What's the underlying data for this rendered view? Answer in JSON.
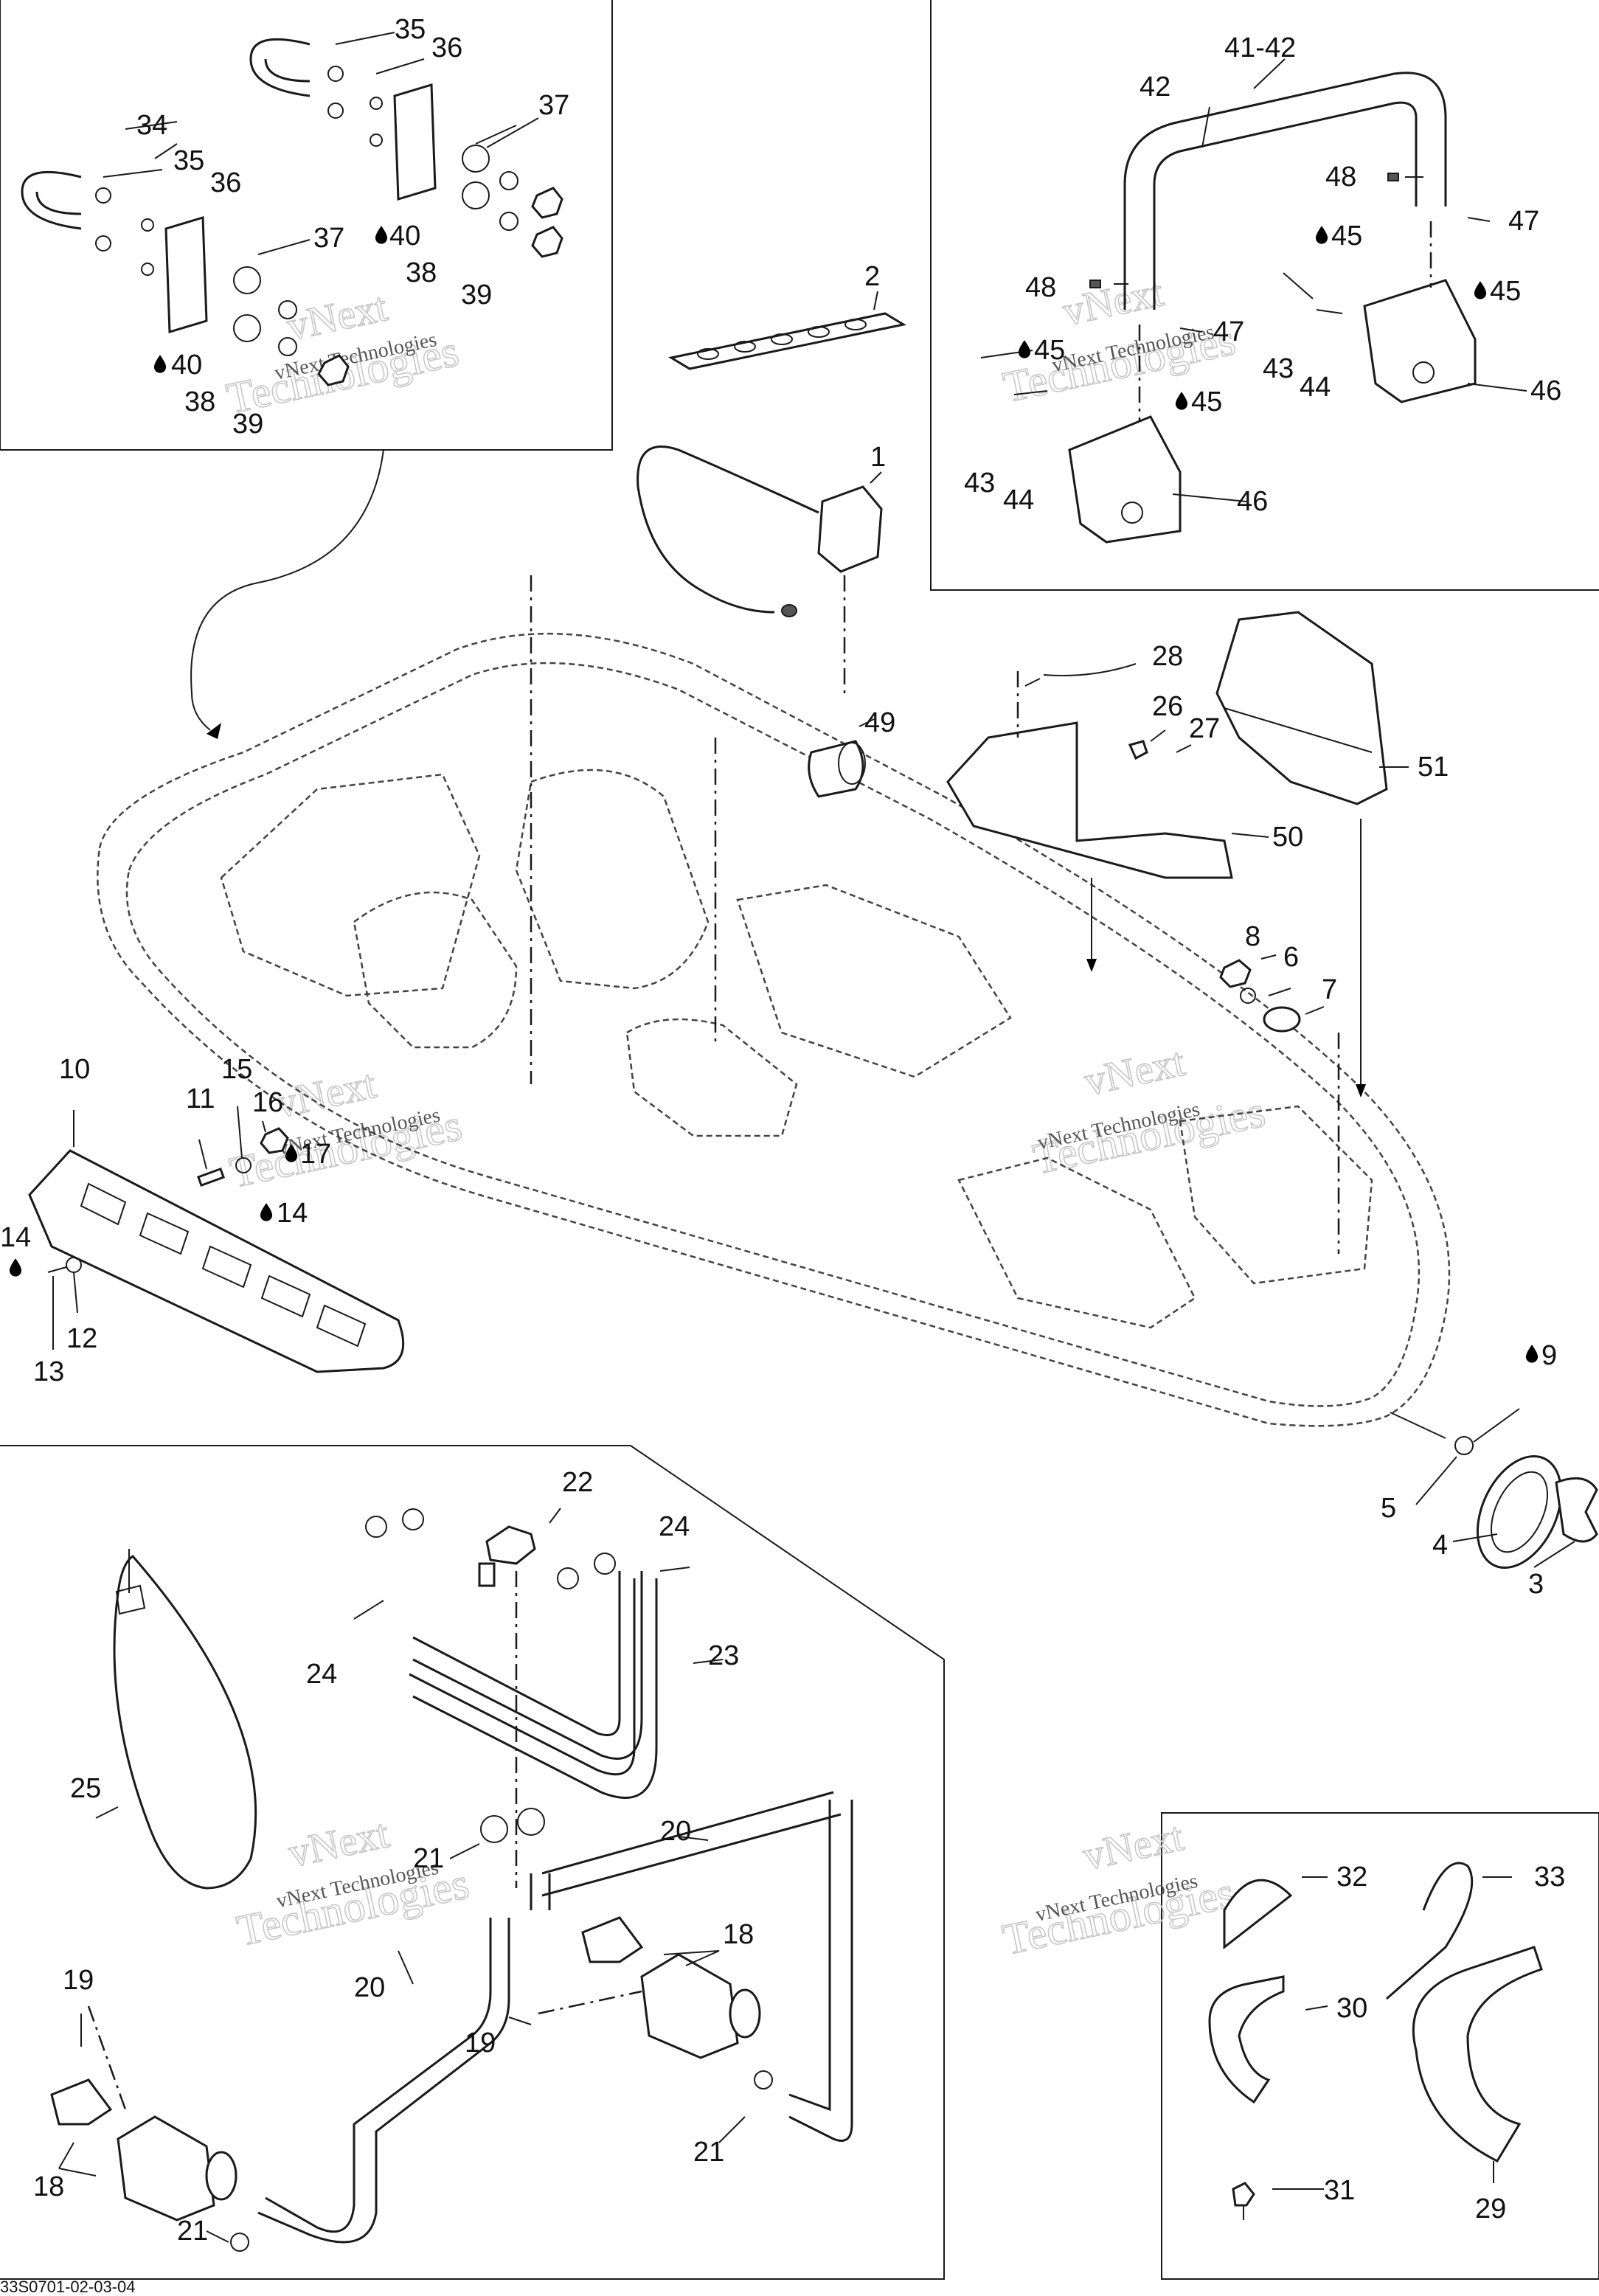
{
  "document": {
    "code": "33S0701-02-03-04"
  },
  "watermark": {
    "company": "vNext",
    "full": "vNext Technologies",
    "word": "Technologies"
  },
  "labels": {
    "p1": "1",
    "p2": "2",
    "p3": "3",
    "p4": "4",
    "p5": "5",
    "p6": "6",
    "p7": "7",
    "p8": "8",
    "p9": "9",
    "p10": "10",
    "p11": "11",
    "p12": "12",
    "p13": "13",
    "p14": "14",
    "p15": "15",
    "p16": "16",
    "p17": "17",
    "p18": "18",
    "p19": "19",
    "p20": "20",
    "p21": "21",
    "p22": "22",
    "p23": "23",
    "p24": "24",
    "p25": "25",
    "p26": "26",
    "p27": "27",
    "p28": "28",
    "p29": "29",
    "p30": "30",
    "p31": "31",
    "p32": "32",
    "p33": "33",
    "p34": "34",
    "p35": "35",
    "p36": "36",
    "p37": "37",
    "p38": "38",
    "p39": "39",
    "p40": "40",
    "p41_42": "41-42",
    "p42": "42",
    "p43": "43",
    "p44": "44",
    "p45": "45",
    "p46": "46",
    "p47": "47",
    "p48": "48",
    "p49": "49",
    "p50": "50",
    "p51": "51"
  },
  "icons": {
    "lubricant": "oil-drop-icon"
  }
}
